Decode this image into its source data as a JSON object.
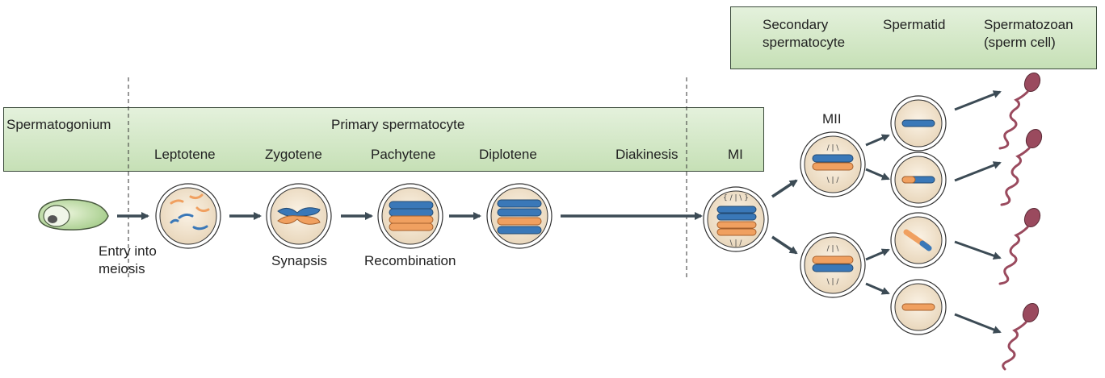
{
  "top_box": {
    "secondary_spermatocyte": [
      "Secondary",
      "spermatocyte"
    ],
    "spermatid": "Spermatid",
    "spermatozoan": [
      "Spermatozoan",
      "(sperm cell)"
    ]
  },
  "main_band": {
    "spermatogonium": "Spermatogonium",
    "primary_spermatocyte": "Primary spermatocyte",
    "stages": {
      "leptotene": "Leptotene",
      "zygotene": "Zygotene",
      "pachytene": "Pachytene",
      "diplotene": "Diplotene",
      "diakinesis": "Diakinesis",
      "mi": "MI"
    }
  },
  "annotations": {
    "entry": [
      "Entry into",
      "meiosis"
    ],
    "synapsis": "Synapsis",
    "recombination": "Recombination",
    "mii": "MII"
  },
  "colors": {
    "band_top": "#e4f1dc",
    "band_bottom": "#c6e0b6",
    "blue_chromosome": "#3a78b8",
    "orange_chromosome": "#f0a060",
    "sperm": "#9a4a5e",
    "arrow": "#3c4b55",
    "cell_fill": "#f6ead6"
  }
}
